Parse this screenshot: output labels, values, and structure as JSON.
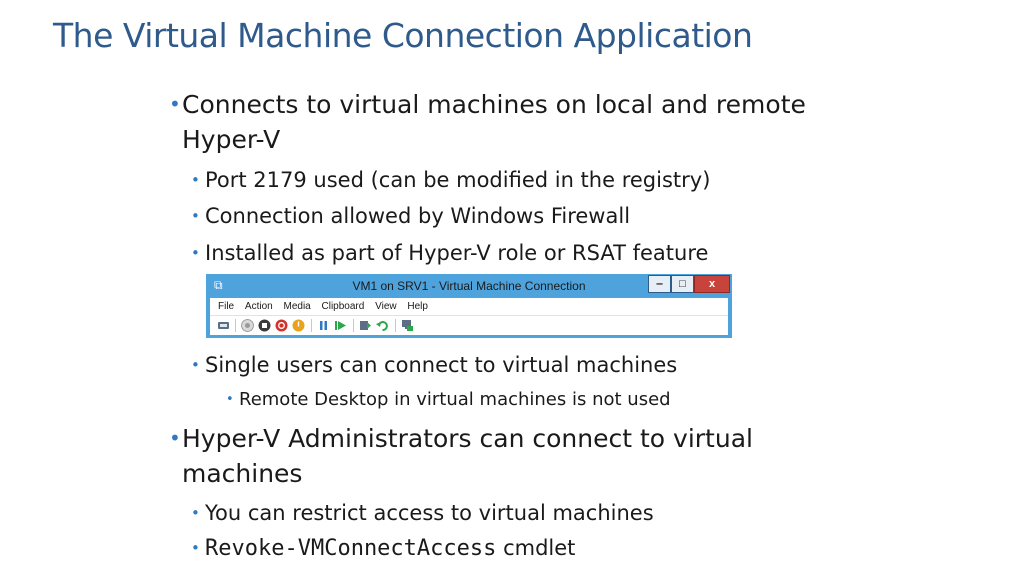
{
  "slide": {
    "title": "The Virtual Machine Connection Application",
    "bullets": {
      "b1": "Connects to virtual machines on local and remote",
      "b1_cont": "Hyper-V",
      "b1_1": "Port 2179 used (can be modified in the registry)",
      "b1_2": "Connection allowed by Windows Firewall",
      "b1_3": "Installed as part of Hyper-V role or RSAT feature",
      "b1_4": "Single users can connect to virtual machines",
      "b1_4_1": "Remote Desktop in virtual machines is not used",
      "b2": "Hyper-V Administrators can connect to virtual",
      "b2_cont": "machines",
      "b2_1": "You can restrict access to virtual machines",
      "b2_2_code": "Revoke-VMConnectAccess",
      "b2_2_rest": " cmdlet"
    }
  },
  "vm_window": {
    "title": "VM1 on SRV1 - Virtual Machine Connection",
    "menu": [
      "File",
      "Action",
      "Media",
      "Clipboard",
      "View",
      "Help"
    ],
    "minimize": "‒",
    "maximize": "□",
    "close": "x",
    "toolbar_icons": [
      "ctrl-alt-del-icon",
      "start-icon",
      "turn-off-icon",
      "shutdown-icon",
      "save-icon",
      "pause-icon",
      "reset-icon",
      "checkpoint-icon",
      "revert-icon",
      "enhanced-session-icon"
    ],
    "colors": {
      "titlebar": "#4fa3dc",
      "close": "#c8433b"
    }
  }
}
